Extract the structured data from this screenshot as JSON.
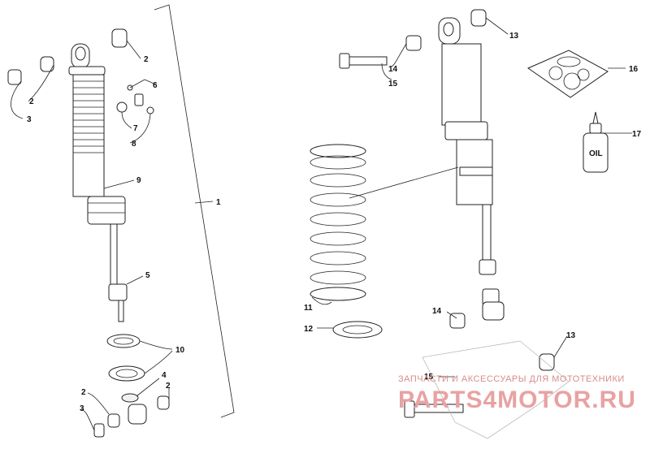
{
  "callouts": {
    "c1": "1",
    "c2a": "2",
    "c2b": "2",
    "c2c": "2",
    "c2d": "2",
    "c3a": "3",
    "c3b": "3",
    "c4": "4",
    "c5": "5",
    "c6": "6",
    "c7": "7",
    "c8": "8",
    "c9": "9",
    "c10": "10",
    "c11": "11",
    "c12": "12",
    "c13a": "13",
    "c13b": "13",
    "c14a": "14",
    "c14b": "14",
    "c15a": "15",
    "c15b": "15",
    "c16": "16",
    "c17": "17"
  },
  "oil_bottle_label": "OIL",
  "watermark": {
    "tagline": "ЗАПЧАСТИ И АКСЕССУАРЫ ДЛЯ МОТОТЕХНИКИ",
    "site": "PARTS4MOTOR.RU"
  }
}
